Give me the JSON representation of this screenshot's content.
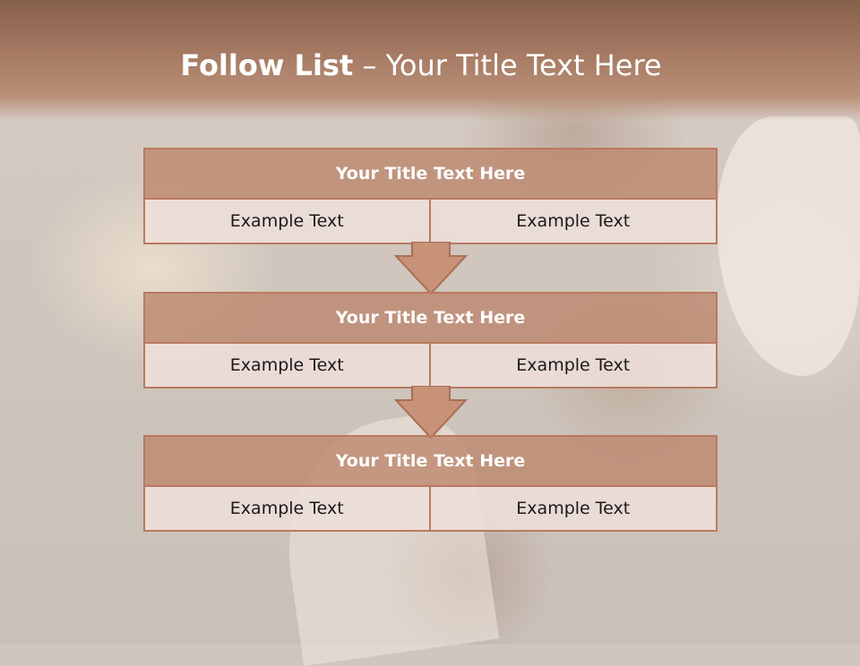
{
  "header": {
    "title_strong": "Follow List",
    "title_rest": " – Your Title Text Here"
  },
  "blocks": [
    {
      "title": "Your Title Text Here",
      "left": "Example Text",
      "right": "Example Text"
    },
    {
      "title": "Your Title Text Here",
      "left": "Example Text",
      "right": "Example Text"
    },
    {
      "title": "Your Title Text Here",
      "left": "Example Text",
      "right": "Example Text"
    }
  ],
  "colors": {
    "header": "#a67a63",
    "block_title_fill": "#bd856c",
    "block_border": "#b97a5f",
    "cell_fill": "#eedfda",
    "arrow_fill": "#c79277"
  },
  "icons": [
    "down-arrow-icon",
    "down-arrow-icon"
  ]
}
